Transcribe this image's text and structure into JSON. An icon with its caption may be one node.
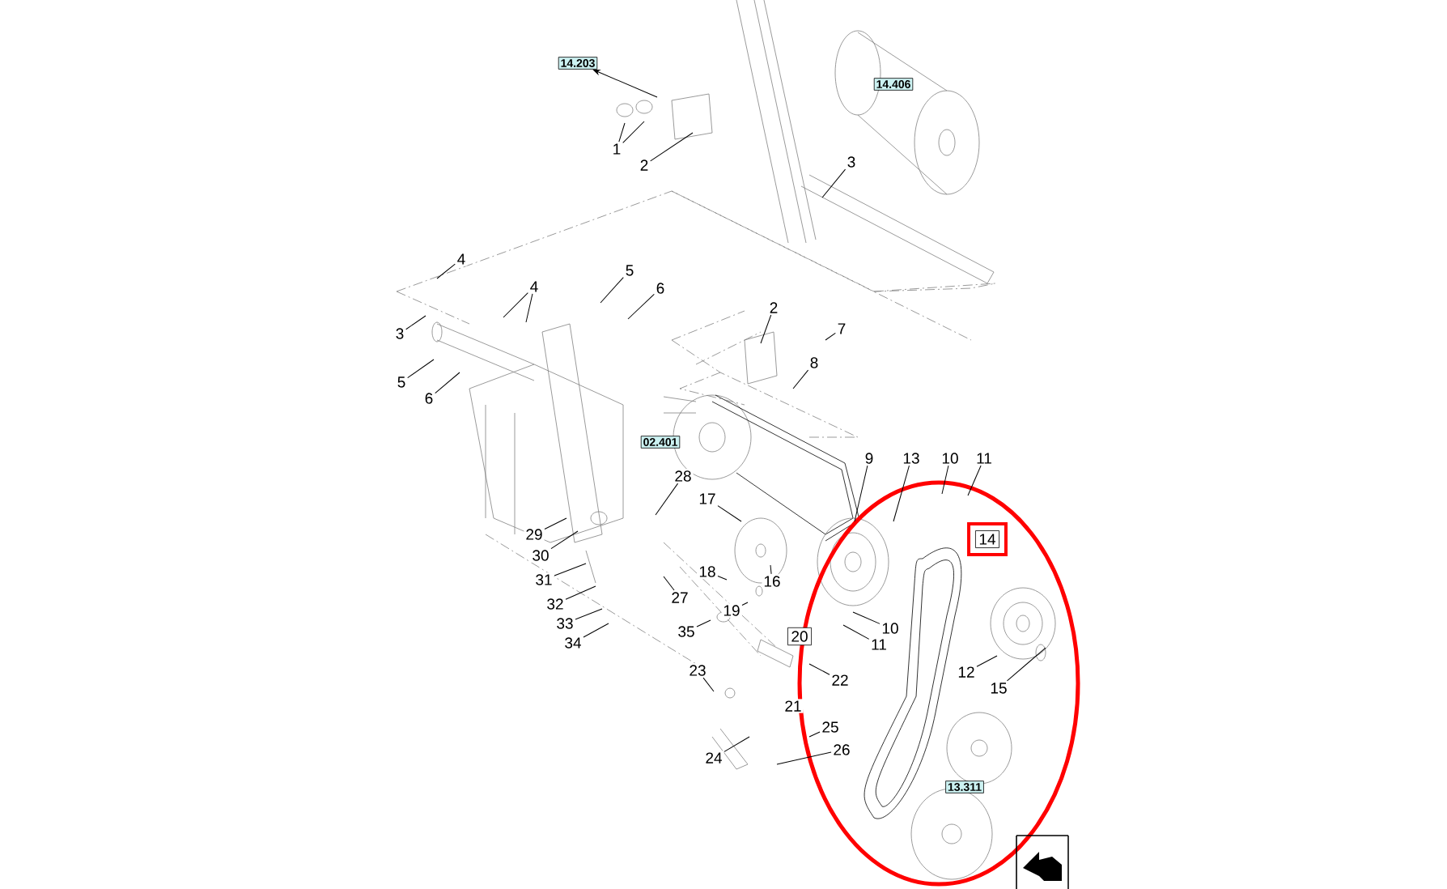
{
  "diagram": {
    "nodes": [
      {
        "text": [
          "14.203"
        ]
      },
      {
        "text": [
          "14.406"
        ]
      },
      {
        "text": [
          "1"
        ]
      },
      {
        "text": [
          "2"
        ]
      },
      {
        "text": [
          "3"
        ]
      },
      {
        "text": [
          "4"
        ]
      },
      {
        "text": [
          "4"
        ]
      },
      {
        "text": [
          "5"
        ]
      },
      {
        "text": [
          "6"
        ]
      },
      {
        "text": [
          "2"
        ]
      },
      {
        "text": [
          "7"
        ]
      },
      {
        "text": [
          "3"
        ]
      },
      {
        "text": [
          "8"
        ]
      },
      {
        "text": [
          "5"
        ]
      },
      {
        "text": [
          "6"
        ]
      },
      {
        "text": [
          "02.401"
        ]
      },
      {
        "text": [
          "9"
        ]
      },
      {
        "text": [
          "13"
        ]
      },
      {
        "text": [
          "10"
        ]
      },
      {
        "text": [
          "11"
        ]
      },
      {
        "text": [
          "28"
        ]
      },
      {
        "text": [
          "17"
        ]
      },
      {
        "text": [
          "29"
        ]
      },
      {
        "text": [
          "14"
        ]
      },
      {
        "text": [
          "30"
        ]
      },
      {
        "text": [
          "18"
        ]
      },
      {
        "text": [
          "31"
        ]
      },
      {
        "text": [
          "16"
        ]
      },
      {
        "text": [
          "27"
        ]
      },
      {
        "text": [
          "32"
        ]
      },
      {
        "text": [
          "19"
        ]
      },
      {
        "text": [
          "33"
        ]
      },
      {
        "text": [
          "10"
        ]
      },
      {
        "text": [
          "35"
        ]
      },
      {
        "text": [
          "20"
        ]
      },
      {
        "text": [
          "34"
        ]
      },
      {
        "text": [
          "11"
        ]
      },
      {
        "text": [
          "23"
        ]
      },
      {
        "text": [
          "12"
        ]
      },
      {
        "text": [
          "22"
        ]
      },
      {
        "text": [
          "15"
        ]
      },
      {
        "text": [
          "21"
        ]
      },
      {
        "text": [
          "25"
        ]
      },
      {
        "text": [
          "26"
        ]
      },
      {
        "text": [
          "24"
        ]
      },
      {
        "text": [
          "13.311"
        ]
      }
    ],
    "edges": [
      {
        "from": null,
        "to": 0,
        "arrow": "to"
      },
      {
        "from": 2,
        "to": null,
        "arrow": "none"
      },
      {
        "from": 2,
        "to": null,
        "arrow": "none"
      },
      {
        "from": 3,
        "to": null,
        "arrow": "none"
      },
      {
        "from": 4,
        "to": null,
        "arrow": "none"
      },
      {
        "from": 5,
        "to": null,
        "arrow": "none"
      },
      {
        "from": 6,
        "to": null,
        "arrow": "none"
      },
      {
        "from": 6,
        "to": null,
        "arrow": "none"
      },
      {
        "from": 7,
        "to": null,
        "arrow": "none"
      },
      {
        "from": 8,
        "to": null,
        "arrow": "none"
      },
      {
        "from": 9,
        "to": null,
        "arrow": "none"
      },
      {
        "from": 10,
        "to": null,
        "arrow": "none"
      },
      {
        "from": 11,
        "to": null,
        "arrow": "none"
      },
      {
        "from": 12,
        "to": null,
        "arrow": "none"
      },
      {
        "from": 13,
        "to": null,
        "arrow": "none"
      },
      {
        "from": 14,
        "to": null,
        "arrow": "none"
      },
      {
        "from": 16,
        "to": null,
        "arrow": "none"
      },
      {
        "from": 17,
        "to": null,
        "arrow": "none"
      },
      {
        "from": 18,
        "to": null,
        "arrow": "none"
      },
      {
        "from": 19,
        "to": null,
        "arrow": "none"
      },
      {
        "from": 20,
        "to": null,
        "arrow": "none"
      },
      {
        "from": 21,
        "to": null,
        "arrow": "none"
      },
      {
        "from": 22,
        "to": null,
        "arrow": "none"
      },
      {
        "from": 24,
        "to": null,
        "arrow": "none"
      },
      {
        "from": 25,
        "to": null,
        "arrow": "none"
      },
      {
        "from": 26,
        "to": null,
        "arrow": "none"
      },
      {
        "from": 27,
        "to": null,
        "arrow": "none"
      },
      {
        "from": 28,
        "to": null,
        "arrow": "none"
      },
      {
        "from": 29,
        "to": null,
        "arrow": "none"
      },
      {
        "from": 30,
        "to": null,
        "arrow": "none"
      },
      {
        "from": 31,
        "to": null,
        "arrow": "none"
      },
      {
        "from": 32,
        "to": null,
        "arrow": "none"
      },
      {
        "from": 33,
        "to": null,
        "arrow": "none"
      },
      {
        "from": 35,
        "to": null,
        "arrow": "none"
      },
      {
        "from": 36,
        "to": null,
        "arrow": "none"
      },
      {
        "from": 38,
        "to": null,
        "arrow": "none"
      },
      {
        "from": 39,
        "to": null,
        "arrow": "none"
      },
      {
        "from": 40,
        "to": null,
        "arrow": "none"
      },
      {
        "from": 42,
        "to": null,
        "arrow": "none"
      },
      {
        "from": 43,
        "to": null,
        "arrow": "none"
      },
      {
        "from": 44,
        "to": null,
        "arrow": "none"
      },
      {
        "from": 37,
        "to": null,
        "arrow": "none"
      }
    ]
  }
}
